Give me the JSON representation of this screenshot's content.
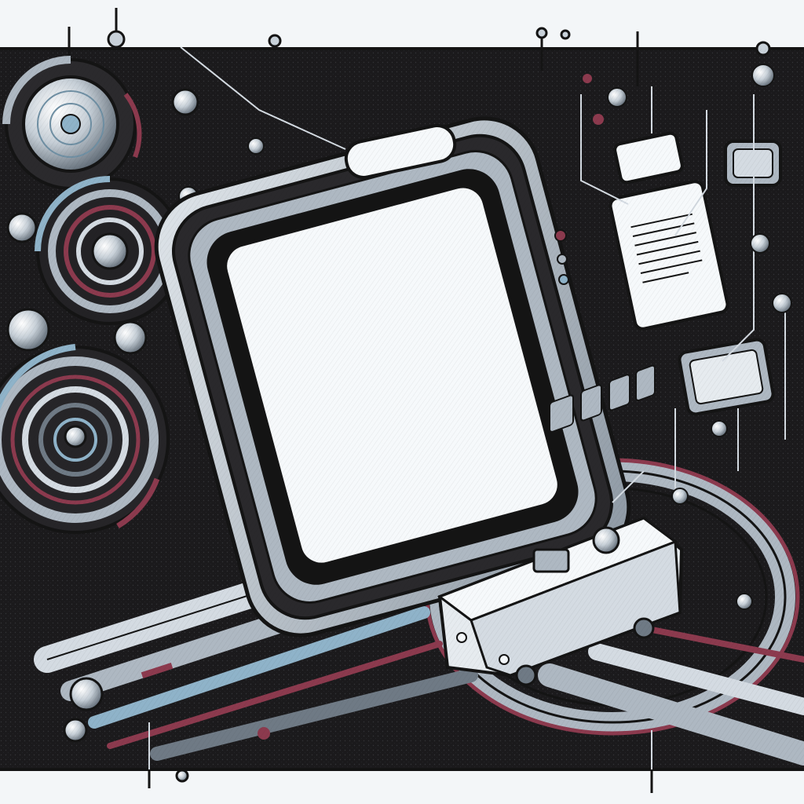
{
  "illustration": {
    "palette": {
      "paper": "#f3f6f8",
      "ink": "#141414",
      "panel": "#1b1a1c",
      "steel": "#aeb8c2",
      "steel_light": "#d4dbe2",
      "steel_dark": "#6f7a85",
      "blue": "#8fb3c9",
      "crimson": "#8c3a4e",
      "screen": "#f6f9fb"
    },
    "elements": [
      "main-screen",
      "side-panel-screen",
      "small-display",
      "corner-display",
      "pill-indicator",
      "tram-vehicle",
      "dial-cluster",
      "cable-bundle",
      "orbital-track"
    ]
  }
}
